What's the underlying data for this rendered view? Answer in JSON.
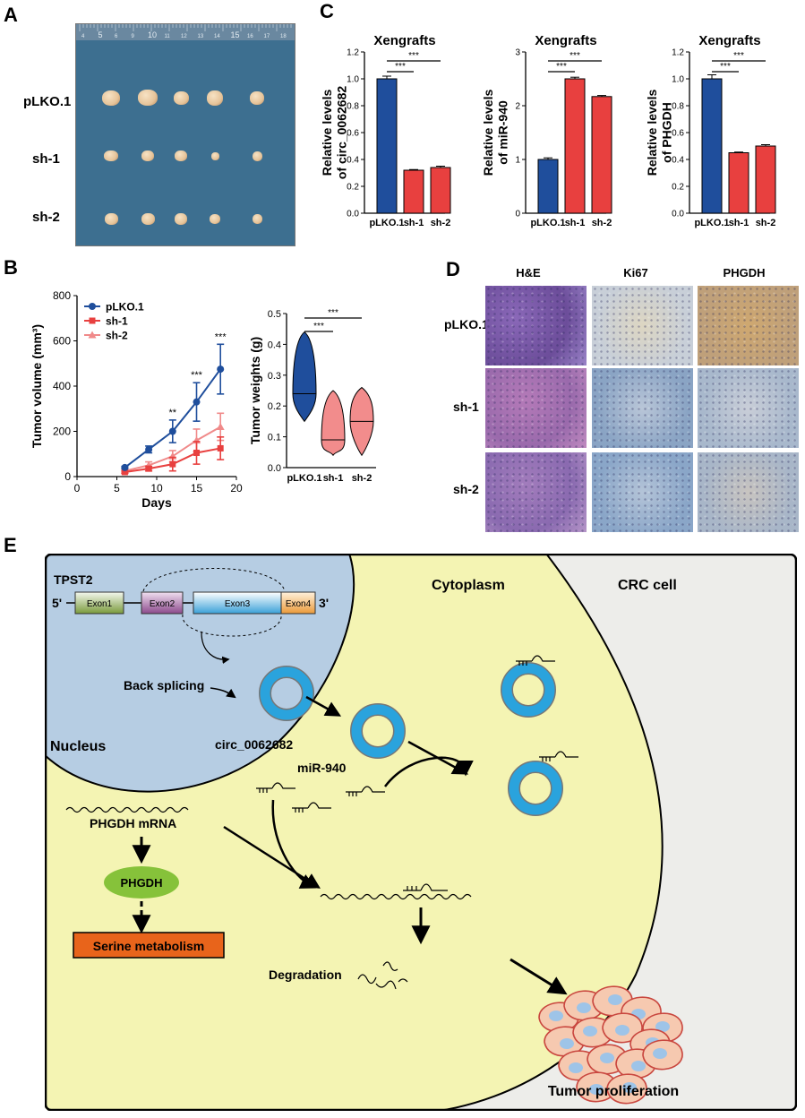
{
  "panel_letters": {
    "a": "A",
    "b": "B",
    "c": "C",
    "d": "D",
    "e": "E"
  },
  "panel_a": {
    "rows": [
      "pLKO.1",
      "sh-1",
      "sh-2"
    ],
    "ruler_ticks": [
      "4",
      "5",
      "6",
      "9",
      "10",
      "11",
      "12",
      "13",
      "14",
      "15",
      "16",
      "17",
      "18"
    ],
    "colors": {
      "background": "#3d6f90",
      "tumor": "#e6c49a"
    }
  },
  "panel_d": {
    "columns": [
      "H&E",
      "Ki67",
      "PHGDH"
    ],
    "rows": [
      "pLKO.1",
      "sh-1",
      "sh-2"
    ]
  },
  "chart_data": [
    {
      "id": "c1",
      "type": "bar",
      "title": "Xengrafts",
      "ylabel": "Relative levels of circ_0062682",
      "categories": [
        "pLKO.1",
        "sh-1",
        "sh-2"
      ],
      "values": [
        1.0,
        0.32,
        0.34
      ],
      "errors": [
        0.02,
        0.005,
        0.01
      ],
      "colors": [
        "#1f4e9c",
        "#e8403f",
        "#e8403f"
      ],
      "ylim": [
        0,
        1.2
      ],
      "yticks": [
        "0.0",
        "0.2",
        "0.4",
        "0.6",
        "0.8",
        "1.0",
        "1.2"
      ],
      "sig_label": "***"
    },
    {
      "id": "c2",
      "type": "bar",
      "title": "Xengrafts",
      "ylabel": "Relative levels of miR-940",
      "categories": [
        "pLKO.1",
        "sh-1",
        "sh-2"
      ],
      "values": [
        1.0,
        2.5,
        2.17
      ],
      "errors": [
        0.03,
        0.03,
        0.02
      ],
      "colors": [
        "#1f4e9c",
        "#e8403f",
        "#e8403f"
      ],
      "ylim": [
        0,
        3
      ],
      "yticks": [
        "0",
        "1",
        "2",
        "3"
      ],
      "sig_label": "***"
    },
    {
      "id": "c3",
      "type": "bar",
      "title": "Xengrafts",
      "ylabel": "Relative levels of PHGDH",
      "categories": [
        "pLKO.1",
        "sh-1",
        "sh-2"
      ],
      "values": [
        1.0,
        0.45,
        0.5
      ],
      "errors": [
        0.03,
        0.005,
        0.01
      ],
      "colors": [
        "#1f4e9c",
        "#e8403f",
        "#e8403f"
      ],
      "ylim": [
        0,
        1.2
      ],
      "yticks": [
        "0.0",
        "0.2",
        "0.4",
        "0.6",
        "0.8",
        "1.0",
        "1.2"
      ],
      "sig_label": "***"
    },
    {
      "id": "b1",
      "type": "line",
      "xlabel": "Days",
      "ylabel": "Tumor volume (mm³)",
      "xlim": [
        0,
        20
      ],
      "ylim": [
        0,
        800
      ],
      "xticks": [
        "0",
        "5",
        "10",
        "15",
        "20"
      ],
      "yticks": [
        "0",
        "200",
        "400",
        "600",
        "800"
      ],
      "x": [
        6,
        9,
        12,
        15,
        18
      ],
      "series": [
        {
          "name": "pLKO.1",
          "values": [
            40,
            120,
            200,
            330,
            475
          ],
          "errors": [
            5,
            15,
            50,
            85,
            110
          ],
          "color": "#1f4e9c",
          "marker": "circle"
        },
        {
          "name": "sh-1",
          "values": [
            20,
            35,
            55,
            105,
            125
          ],
          "errors": [
            5,
            10,
            30,
            50,
            50
          ],
          "color": "#e8403f",
          "marker": "square"
        },
        {
          "name": "sh-2",
          "values": [
            25,
            50,
            90,
            160,
            220
          ],
          "errors": [
            5,
            15,
            25,
            50,
            60
          ],
          "color": "#f08a8a",
          "marker": "triangle"
        }
      ],
      "annotations": [
        {
          "x": 12,
          "label": "**"
        },
        {
          "x": 15,
          "label": "***"
        },
        {
          "x": 18,
          "label": "***"
        }
      ]
    },
    {
      "id": "b2",
      "type": "violin",
      "ylabel": "Tumor weights (g)",
      "ylim": [
        0,
        0.5
      ],
      "yticks": [
        "0.0",
        "0.1",
        "0.2",
        "0.3",
        "0.4",
        "0.5"
      ],
      "categories": [
        "pLKO.1",
        "sh-1",
        "sh-2"
      ],
      "ranges": [
        [
          0.15,
          0.44
        ],
        [
          0.04,
          0.25
        ],
        [
          0.04,
          0.26
        ]
      ],
      "medians": [
        0.24,
        0.09,
        0.15
      ],
      "colors": [
        "#1f4e9c",
        "#f28c8c",
        "#f28c8c"
      ],
      "sig_label": "***"
    }
  ],
  "panel_e": {
    "gene": "TPST2",
    "five_prime": "5'",
    "three_prime": "3'",
    "exons": [
      "Exon1",
      "Exon2",
      "Exon3",
      "Exon4"
    ],
    "cytoplasm": "Cytoplasm",
    "cell": "CRC cell",
    "back_splicing": "Back splicing",
    "circ": "circ_0062682",
    "nucleus": "Nucleus",
    "mirna": "miR-940",
    "mrna": "PHGDH mRNA",
    "protein": "PHGDH",
    "serine": "Serine metabolism",
    "degradation": "Degradation",
    "proliferation": "Tumor proliferation",
    "colors": {
      "nucleus": "#b6cde3",
      "cytoplasm": "#f4f4b3",
      "outside": "#ededea",
      "ring": "#2aa3dd",
      "protein": "#86c23a",
      "serine": "#e8641b"
    }
  }
}
